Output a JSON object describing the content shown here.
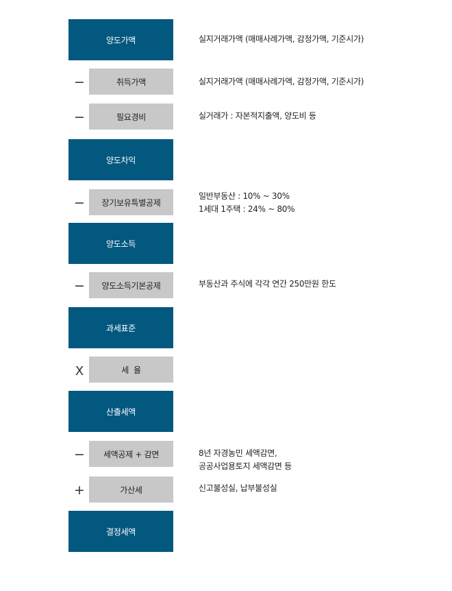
{
  "steps": [
    {
      "label": "양도가액",
      "description": [
        "실지거래가액 (매매사례가액, 감정가액, 기준시가)"
      ]
    },
    {
      "operator": "−",
      "label": "취득가액",
      "description": [
        "실지거래가액 (매매사례가액, 감정가액, 기준시가)"
      ]
    },
    {
      "operator": "−",
      "label": "필요경비",
      "description": [
        "실거래가 : 자본적지출액, 양도비 등"
      ]
    },
    {
      "label": "양도차익",
      "description": []
    },
    {
      "operator": "−",
      "label": "장기보유특별공제",
      "description": [
        "일반부동산 : 10% ~ 30%",
        "1세대 1주택 : 24% ~ 80%"
      ]
    },
    {
      "label": "양도소득",
      "description": []
    },
    {
      "operator": "−",
      "label": "양도소득기본공제",
      "description": [
        "부동산과 주식에 각각 연간 250만원 한도"
      ]
    },
    {
      "label": "과세표준",
      "description": []
    },
    {
      "operator": "X",
      "label": "세  율",
      "description": []
    },
    {
      "label": "산출세액",
      "description": []
    },
    {
      "operator": "−",
      "label": "세액공제 + 감면",
      "description": [
        "8년 자경농민 세액감면,",
        "공공사업용토지 세액감면 등"
      ]
    },
    {
      "operator": "+",
      "label": "가산세",
      "description": [
        "신고불성실, 납부불성실"
      ]
    },
    {
      "label": "결정세액",
      "description": []
    }
  ],
  "colors": {
    "result_box": "#03587f",
    "deduction_box": "#c8c8c8"
  }
}
